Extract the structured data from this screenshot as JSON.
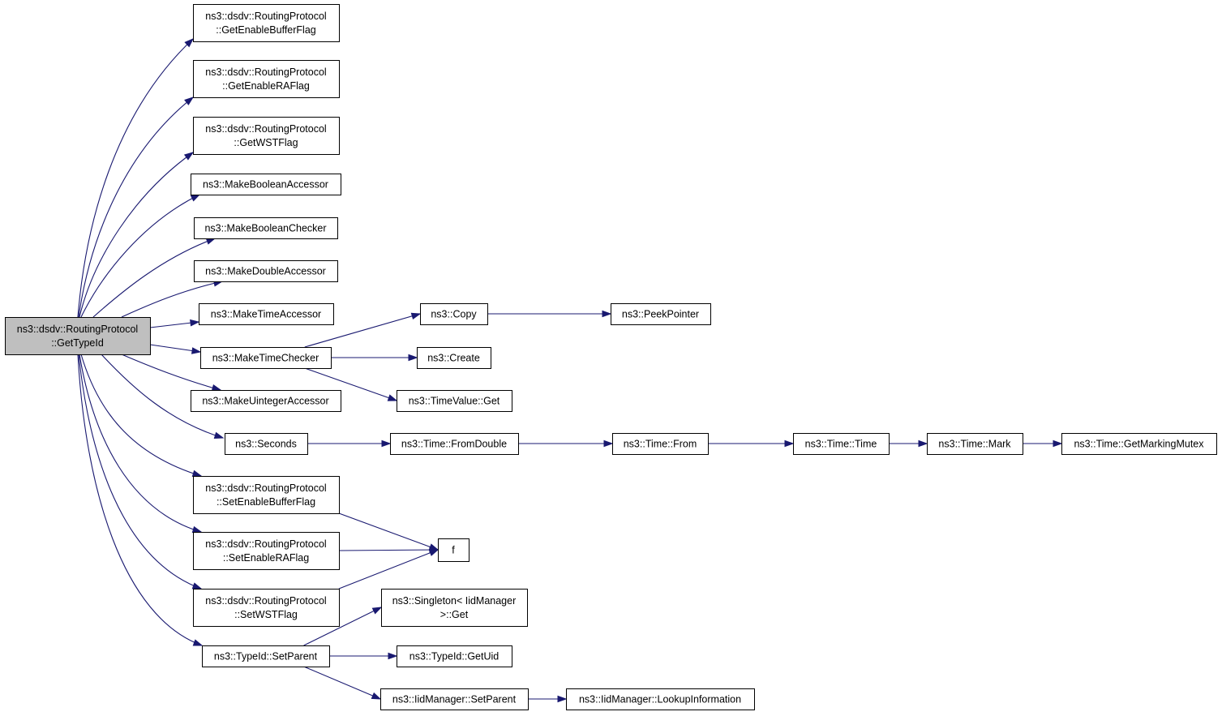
{
  "graph": {
    "nodes": [
      {
        "id": "root",
        "lines": [
          "ns3::dsdv::RoutingProtocol",
          "::GetTypeId"
        ],
        "highlighted": true
      },
      {
        "id": "get_enable_buffer_flag",
        "lines": [
          "ns3::dsdv::RoutingProtocol",
          "::GetEnableBufferFlag"
        ]
      },
      {
        "id": "get_enable_ra_flag",
        "lines": [
          "ns3::dsdv::RoutingProtocol",
          "::GetEnableRAFlag"
        ]
      },
      {
        "id": "get_wst_flag",
        "lines": [
          "ns3::dsdv::RoutingProtocol",
          "::GetWSTFlag"
        ]
      },
      {
        "id": "make_boolean_accessor",
        "lines": [
          "ns3::MakeBooleanAccessor"
        ]
      },
      {
        "id": "make_boolean_checker",
        "lines": [
          "ns3::MakeBooleanChecker"
        ]
      },
      {
        "id": "make_double_accessor",
        "lines": [
          "ns3::MakeDoubleAccessor"
        ]
      },
      {
        "id": "make_time_accessor",
        "lines": [
          "ns3::MakeTimeAccessor"
        ]
      },
      {
        "id": "make_time_checker",
        "lines": [
          "ns3::MakeTimeChecker"
        ]
      },
      {
        "id": "make_uinteger_accessor",
        "lines": [
          "ns3::MakeUintegerAccessor"
        ]
      },
      {
        "id": "seconds",
        "lines": [
          "ns3::Seconds"
        ]
      },
      {
        "id": "set_enable_buffer_flag",
        "lines": [
          "ns3::dsdv::RoutingProtocol",
          "::SetEnableBufferFlag"
        ]
      },
      {
        "id": "set_enable_ra_flag",
        "lines": [
          "ns3::dsdv::RoutingProtocol",
          "::SetEnableRAFlag"
        ]
      },
      {
        "id": "set_wst_flag",
        "lines": [
          "ns3::dsdv::RoutingProtocol",
          "::SetWSTFlag"
        ]
      },
      {
        "id": "typeid_set_parent",
        "lines": [
          "ns3::TypeId::SetParent"
        ]
      },
      {
        "id": "copy",
        "lines": [
          "ns3::Copy"
        ]
      },
      {
        "id": "peek_pointer",
        "lines": [
          "ns3::PeekPointer"
        ]
      },
      {
        "id": "create",
        "lines": [
          "ns3::Create"
        ]
      },
      {
        "id": "timevalue_get",
        "lines": [
          "ns3::TimeValue::Get"
        ]
      },
      {
        "id": "time_from_double",
        "lines": [
          "ns3::Time::FromDouble"
        ]
      },
      {
        "id": "time_from",
        "lines": [
          "ns3::Time::From"
        ]
      },
      {
        "id": "time_time",
        "lines": [
          "ns3::Time::Time"
        ]
      },
      {
        "id": "time_mark",
        "lines": [
          "ns3::Time::Mark"
        ]
      },
      {
        "id": "time_get_marking_mutex",
        "lines": [
          "ns3::Time::GetMarkingMutex"
        ]
      },
      {
        "id": "f",
        "lines": [
          "f"
        ]
      },
      {
        "id": "singleton_get",
        "lines": [
          "ns3::Singleton< IidManager",
          ">::Get"
        ]
      },
      {
        "id": "typeid_get_uid",
        "lines": [
          "ns3::TypeId::GetUid"
        ]
      },
      {
        "id": "iidmanager_set_parent",
        "lines": [
          "ns3::IidManager::SetParent"
        ]
      },
      {
        "id": "iidmanager_lookup_information",
        "lines": [
          "ns3::IidManager::LookupInformation"
        ]
      }
    ],
    "edges": [
      {
        "from": "root",
        "to": "get_enable_buffer_flag"
      },
      {
        "from": "root",
        "to": "get_enable_ra_flag"
      },
      {
        "from": "root",
        "to": "get_wst_flag"
      },
      {
        "from": "root",
        "to": "make_boolean_accessor"
      },
      {
        "from": "root",
        "to": "make_boolean_checker"
      },
      {
        "from": "root",
        "to": "make_double_accessor"
      },
      {
        "from": "root",
        "to": "make_time_accessor"
      },
      {
        "from": "root",
        "to": "make_time_checker"
      },
      {
        "from": "root",
        "to": "make_uinteger_accessor"
      },
      {
        "from": "root",
        "to": "seconds"
      },
      {
        "from": "root",
        "to": "set_enable_buffer_flag"
      },
      {
        "from": "root",
        "to": "set_enable_ra_flag"
      },
      {
        "from": "root",
        "to": "set_wst_flag"
      },
      {
        "from": "root",
        "to": "typeid_set_parent"
      },
      {
        "from": "make_time_checker",
        "to": "copy"
      },
      {
        "from": "make_time_checker",
        "to": "create"
      },
      {
        "from": "make_time_checker",
        "to": "timevalue_get"
      },
      {
        "from": "copy",
        "to": "peek_pointer"
      },
      {
        "from": "seconds",
        "to": "time_from_double"
      },
      {
        "from": "time_from_double",
        "to": "time_from"
      },
      {
        "from": "time_from",
        "to": "time_time"
      },
      {
        "from": "time_time",
        "to": "time_mark"
      },
      {
        "from": "time_mark",
        "to": "time_get_marking_mutex"
      },
      {
        "from": "set_enable_buffer_flag",
        "to": "f"
      },
      {
        "from": "set_enable_ra_flag",
        "to": "f"
      },
      {
        "from": "set_wst_flag",
        "to": "f"
      },
      {
        "from": "typeid_set_parent",
        "to": "singleton_get"
      },
      {
        "from": "typeid_set_parent",
        "to": "typeid_get_uid"
      },
      {
        "from": "typeid_set_parent",
        "to": "iidmanager_set_parent"
      },
      {
        "from": "iidmanager_set_parent",
        "to": "iidmanager_lookup_information"
      }
    ]
  },
  "colors": {
    "edge": "#191970",
    "node_border": "#000000",
    "node_fill": "#ffffff",
    "root_fill": "#bfbfbf"
  }
}
